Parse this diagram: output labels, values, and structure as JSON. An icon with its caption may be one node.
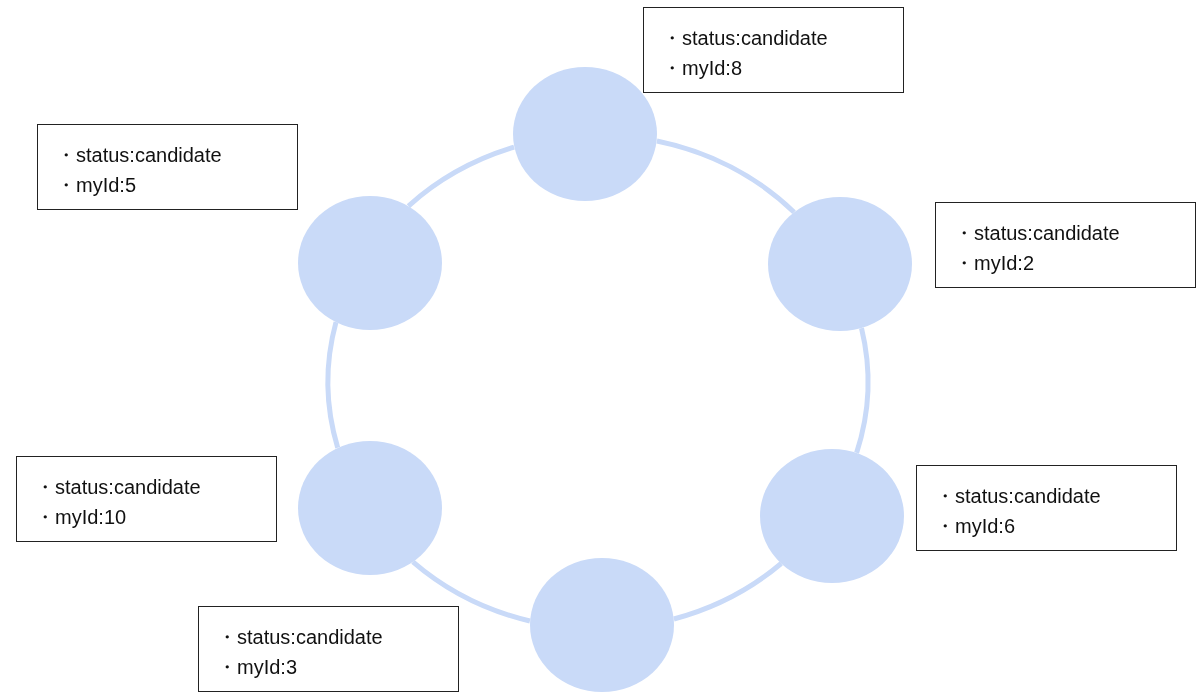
{
  "diagram": {
    "nodes": [
      {
        "text": [
          "・status:candidate",
          "・myId:8"
        ]
      },
      {
        "text": [],
        "shape": "circle"
      },
      {
        "text": [
          "・status:candidate",
          "・myId:2"
        ]
      },
      {
        "text": [],
        "shape": "circle"
      },
      {
        "text": [
          "・status:candidate",
          "・myId:6"
        ]
      },
      {
        "text": [],
        "shape": "circle"
      },
      {
        "text": [
          "・status:candidate",
          "・myId:3"
        ]
      },
      {
        "text": [],
        "shape": "circle"
      },
      {
        "text": [
          "・status:candidate",
          "・myId:10"
        ]
      },
      {
        "text": [],
        "shape": "circle"
      },
      {
        "text": [
          "・status:candidate",
          "・myId:5"
        ]
      },
      {
        "text": [],
        "shape": "circle"
      }
    ],
    "edges": [
      {
        "from": 1,
        "to": 3,
        "arrow": "none"
      },
      {
        "from": 3,
        "to": 5,
        "arrow": "none"
      },
      {
        "from": 5,
        "to": 7,
        "arrow": "none"
      },
      {
        "from": 7,
        "to": 9,
        "arrow": "none"
      },
      {
        "from": 9,
        "to": 11,
        "arrow": "none"
      },
      {
        "from": 11,
        "to": 1,
        "arrow": "none"
      }
    ]
  }
}
